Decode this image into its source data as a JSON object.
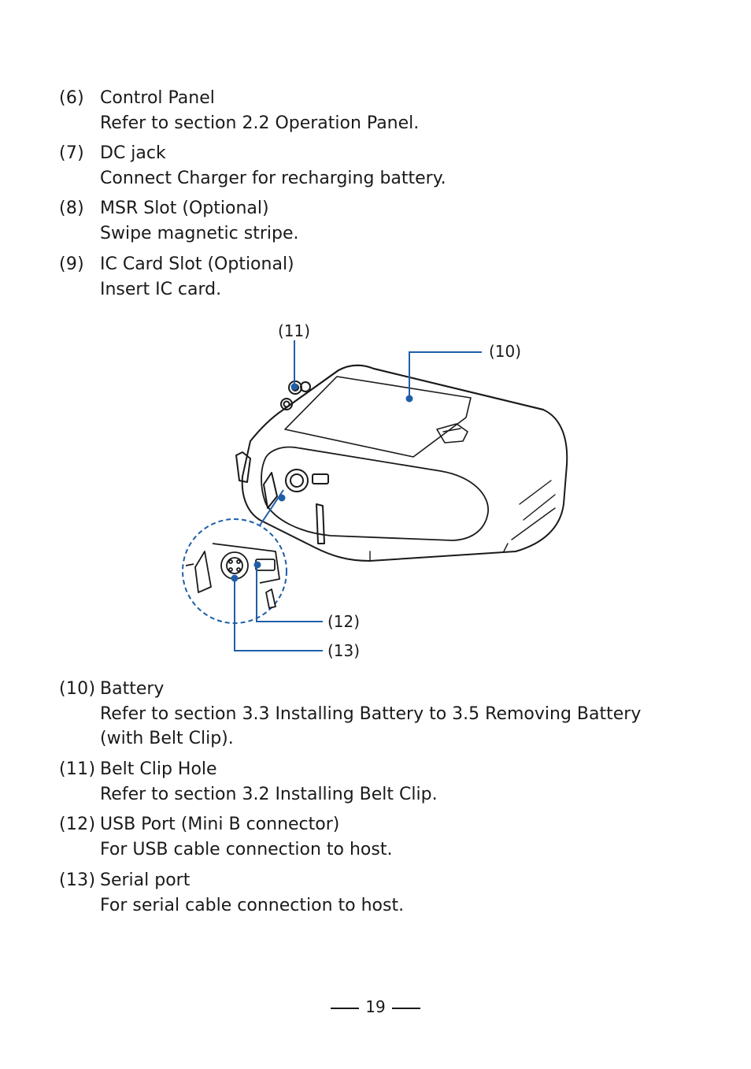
{
  "items_top": [
    {
      "num": "(6)",
      "title": "Control Panel",
      "desc": [
        "Refer to section 2.2 Operation Panel."
      ]
    },
    {
      "num": "(7)",
      "title": "DC jack",
      "desc": [
        "Connect Charger for recharging battery."
      ]
    },
    {
      "num": "(8)",
      "title": "MSR Slot (Optional)",
      "desc": [
        "Swipe magnetic stripe."
      ]
    },
    {
      "num": "(9)",
      "title": "IC Card Slot (Optional)",
      "desc": [
        "Insert IC card."
      ]
    }
  ],
  "figure": {
    "callouts": {
      "c10": "(10)",
      "c11": "(11)",
      "c12": "(12)",
      "c13": "(13)"
    },
    "accent_color": "#1f5fa8"
  },
  "items_bottom": [
    {
      "num": "(10)",
      "title": "Battery",
      "desc": [
        "Refer to section 3.3 Installing Battery to 3.5 Removing Battery",
        "(with Belt Clip)."
      ]
    },
    {
      "num": "(11)",
      "title": "Belt Clip Hole",
      "desc": [
        "Refer to section 3.2 Installing Belt Clip."
      ]
    },
    {
      "num": "(12)",
      "title": "USB Port (Mini B connector)",
      "desc": [
        "For USB cable connection to host."
      ]
    },
    {
      "num": "(13)",
      "title": "Serial port",
      "desc": [
        "For serial cable connection to host."
      ]
    }
  ],
  "footer": {
    "page_number": "19"
  }
}
